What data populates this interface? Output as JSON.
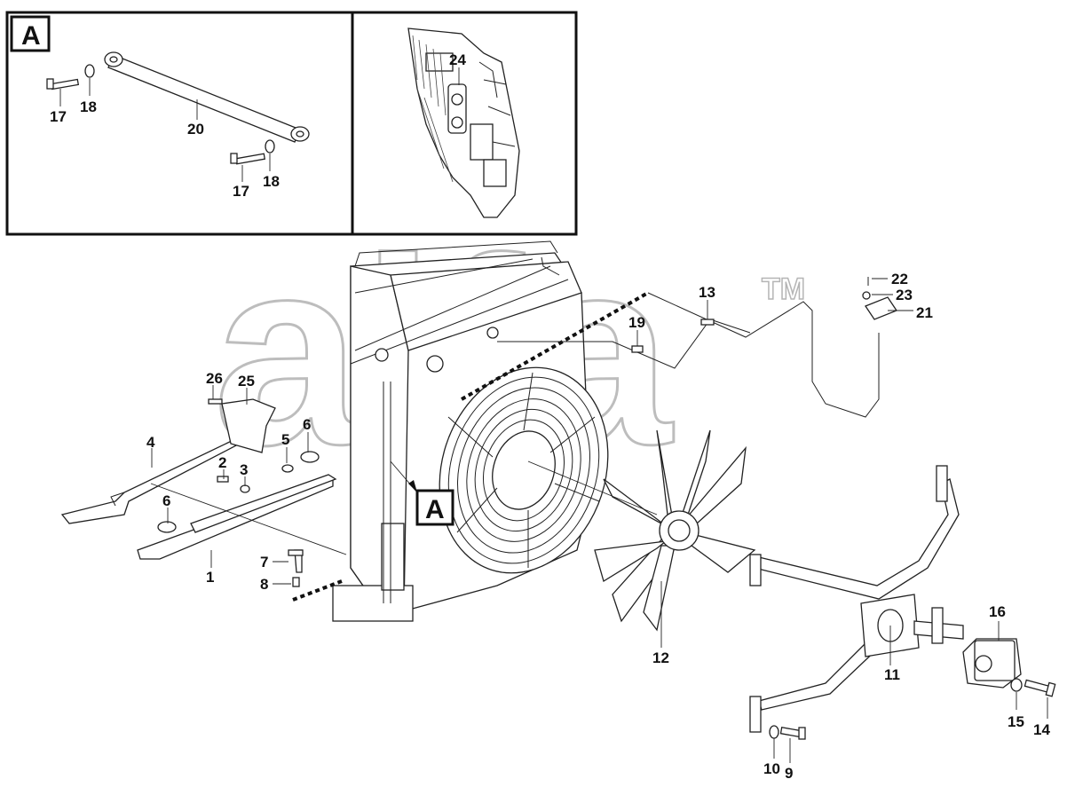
{
  "detail_box_label": "A",
  "detail_callout_label": "A",
  "watermark": "alfa",
  "trademark": "TM",
  "labels": {
    "p1": "1",
    "p2": "2",
    "p3": "3",
    "p4": "4",
    "p5": "5",
    "p6a": "6",
    "p6b": "6",
    "p7": "7",
    "p8": "8",
    "p9": "9",
    "p10": "10",
    "p11": "11",
    "p12": "12",
    "p13": "13",
    "p14": "14",
    "p15": "15",
    "p16": "16",
    "p17a": "17",
    "p17b": "17",
    "p18a": "18",
    "p18b": "18",
    "p19": "19",
    "p20": "20",
    "p21": "21",
    "p22": "22",
    "p23": "23",
    "p24": "24",
    "p25": "25",
    "p26": "26"
  }
}
